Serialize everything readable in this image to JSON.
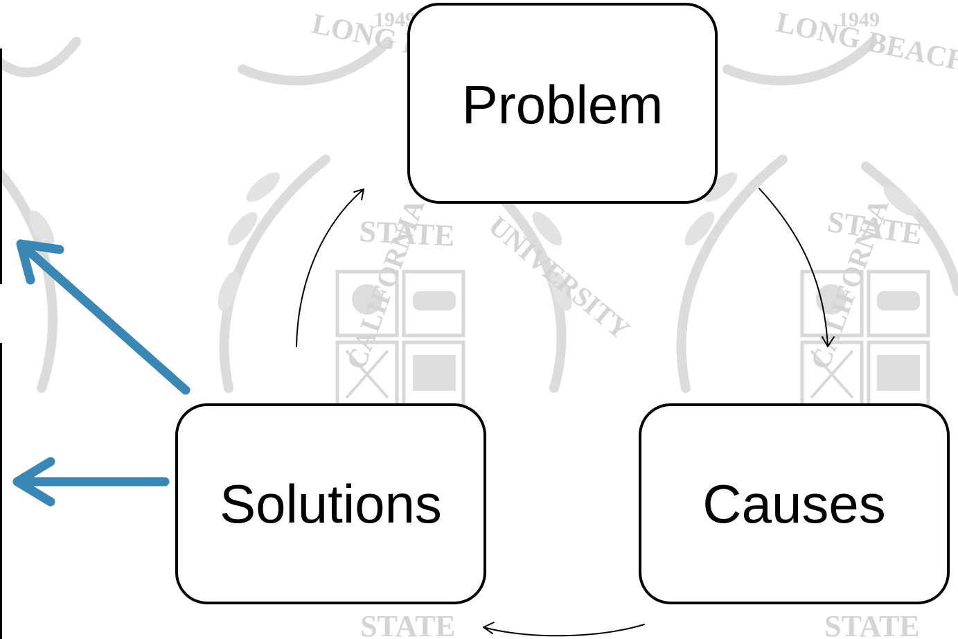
{
  "diagram": {
    "nodes": {
      "problem": "Problem",
      "causes": "Causes",
      "solutions": "Solutions"
    },
    "colors": {
      "node_border": "#000000",
      "connector": "#000000",
      "solution_arrows": "#3a87b6",
      "watermark": "#d4d4d4"
    }
  },
  "watermark": {
    "seal_text": [
      "CALIFORNIA",
      "STATE",
      "UNIVERSITY",
      "LONG BEACH",
      "1949"
    ]
  }
}
